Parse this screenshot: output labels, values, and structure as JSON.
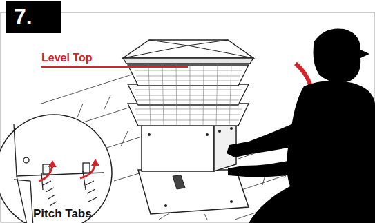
{
  "diagram": {
    "nodes": [
      {
        "text": [
          "7."
        ]
      }
    ],
    "labels": [
      "Level Top",
      "Pitch Tabs"
    ]
  }
}
